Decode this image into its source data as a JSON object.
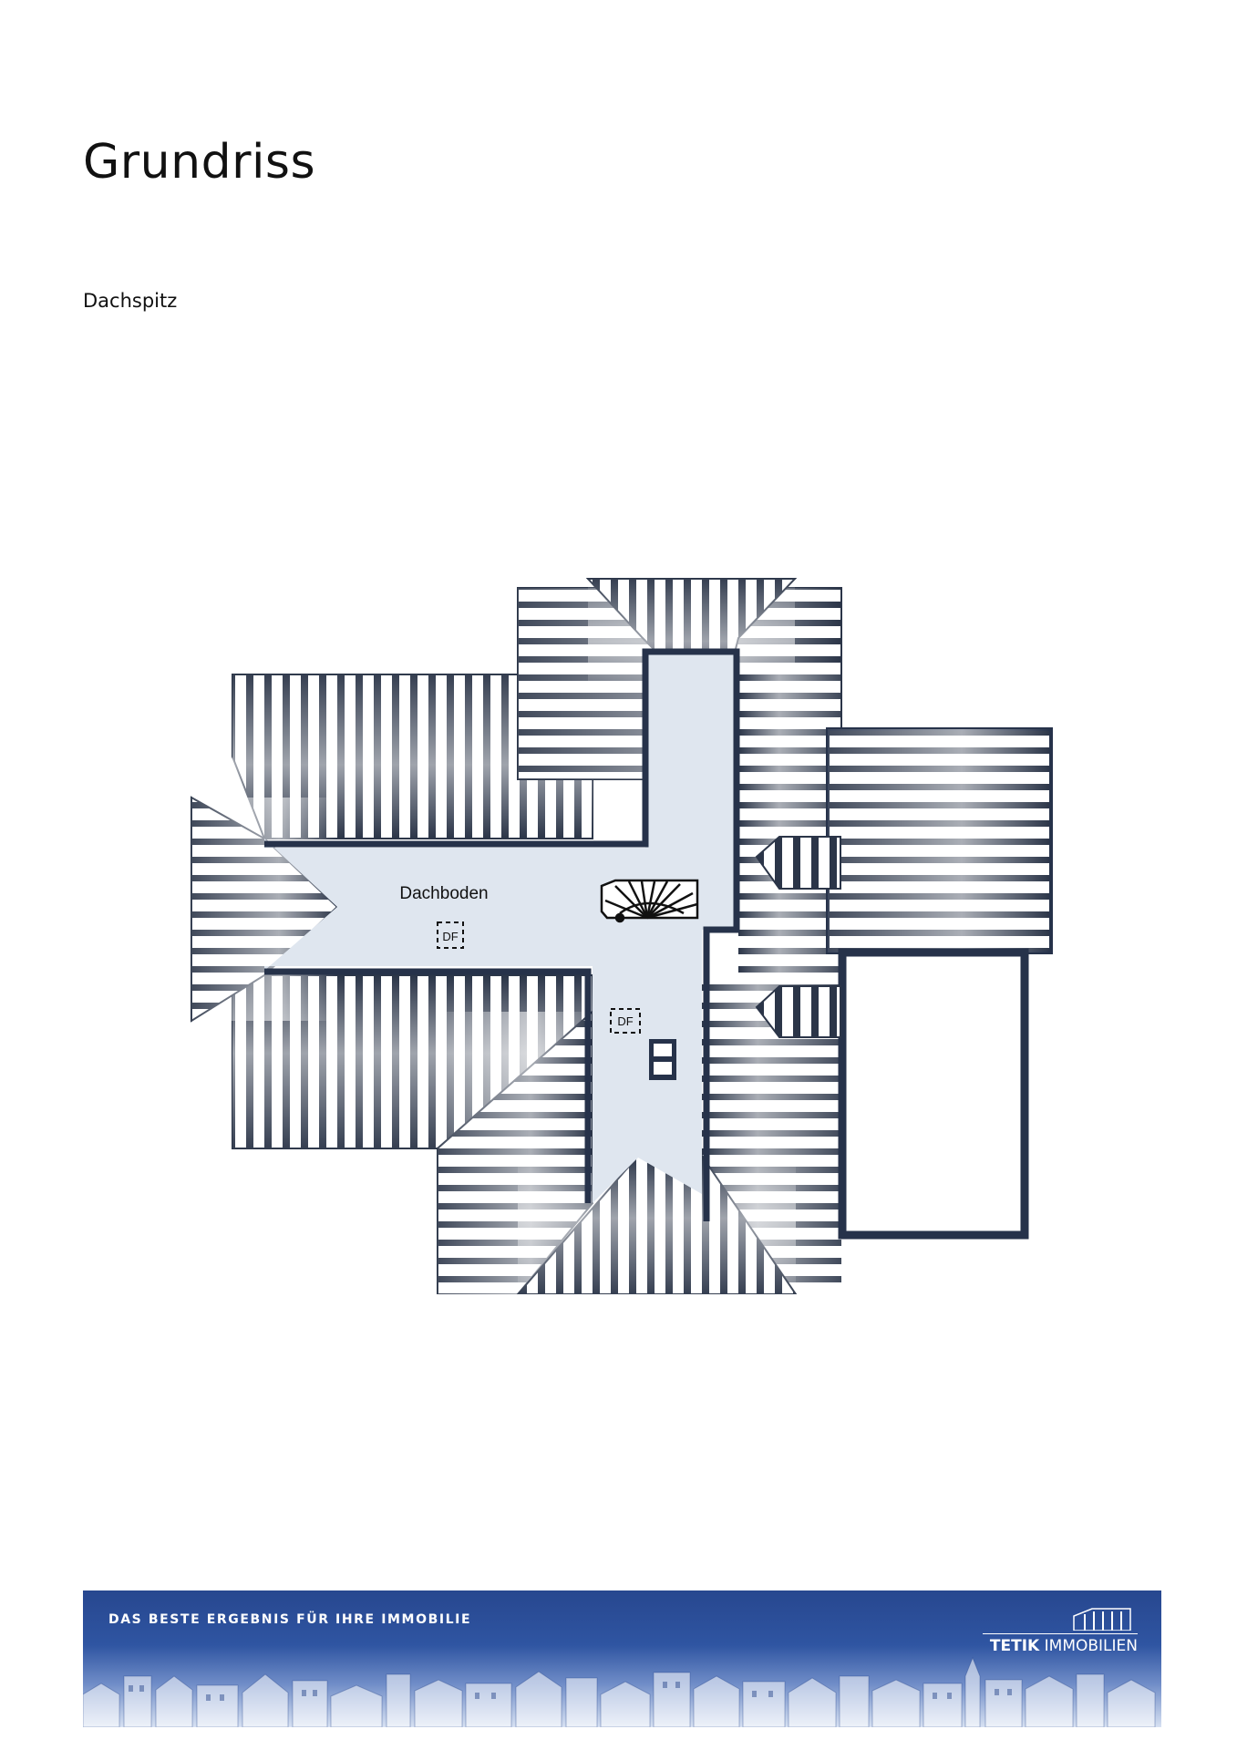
{
  "header": {
    "title": "Grundriss",
    "subtitle": "Dachspitz"
  },
  "floorplan": {
    "room_label": "Dachboden",
    "window_labels": [
      "DF",
      "DF"
    ],
    "colors": {
      "wall": "#26324a",
      "floor": "#dfe6ef",
      "roof_stripe": "#2b3548"
    }
  },
  "footer": {
    "slogan": "DAS BESTE ERGEBNIS FÜR IHRE IMMOBILIE",
    "logo_bold": "TETIK",
    "logo_light": "IMMOBILIEN",
    "colors": {
      "banner_top": "#27478f",
      "banner_bottom": "#d7e1f2"
    }
  }
}
